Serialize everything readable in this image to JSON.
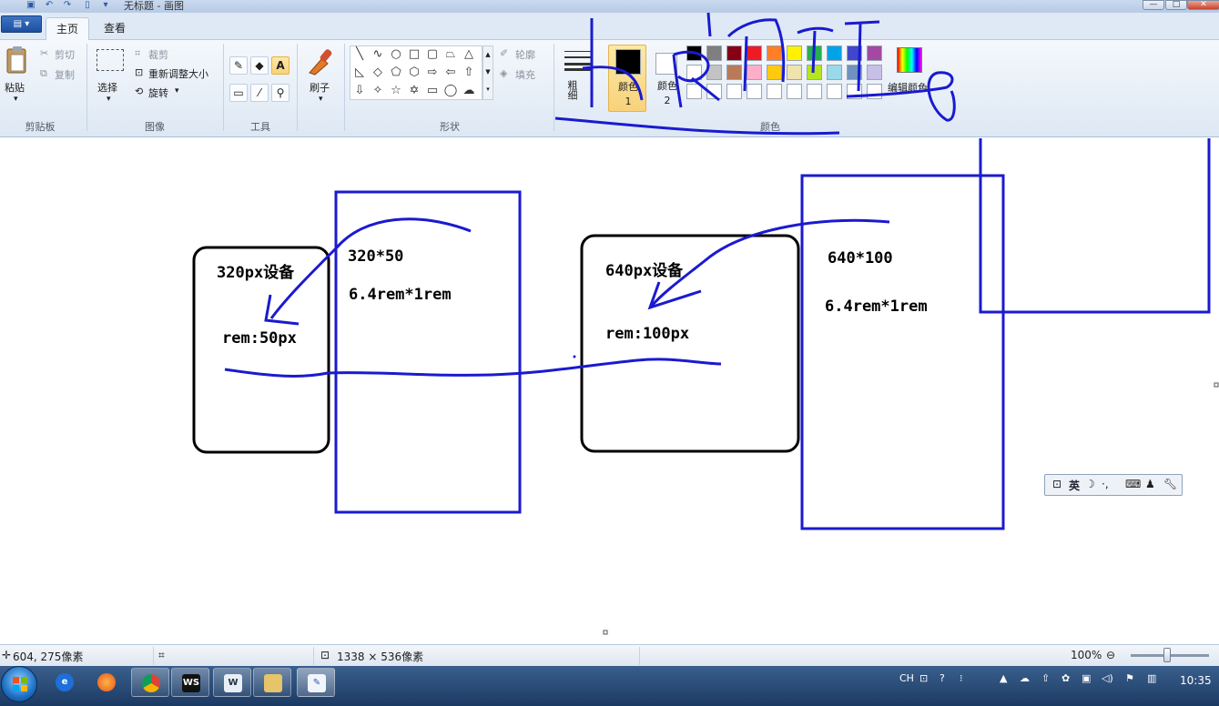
{
  "window": {
    "title": "无标题 - 画图",
    "minimize": "—",
    "maximize": "□",
    "close": "✕"
  },
  "tabs": {
    "home": "主页",
    "view": "查看"
  },
  "clipboard": {
    "paste": "粘贴",
    "cut": "剪切",
    "copy": "复制",
    "label": "剪贴板"
  },
  "image": {
    "select": "选择",
    "crop": "裁剪",
    "resize": "重新调整大小",
    "rotate": "旋转",
    "label": "图像"
  },
  "tools": {
    "label": "工具",
    "text_tool": "A"
  },
  "brushes": {
    "label": "刷子"
  },
  "shapes": {
    "outline": "轮廓",
    "fill": "填充",
    "label": "形状"
  },
  "size": {
    "label": "粗细"
  },
  "colors": {
    "color1": "颜色 1",
    "color2": "颜色 2",
    "edit": "编辑颜色",
    "label": "颜色",
    "primary": "#000000",
    "secondary": "#ffffff",
    "palette_row1": [
      "#000000",
      "#7f7f7f",
      "#880015",
      "#ed1c24",
      "#ff7f27",
      "#fff200",
      "#22b14c",
      "#00a2e8",
      "#3f48cc",
      "#a349a4"
    ],
    "palette_row2": [
      "#ffffff",
      "#c3c3c3",
      "#b97a57",
      "#ffaec9",
      "#ffc90e",
      "#efe4b0",
      "#b5e61d",
      "#99d9ea",
      "#7092be",
      "#c8bfe7"
    ]
  },
  "canvas": {
    "box1_line1": "320px设备",
    "box1_line2": "rem:50px",
    "box2_line1": "320*50",
    "box2_line2": "6.4rem*1rem",
    "box3_line1": "640px设备",
    "box3_line2": "rem:100px",
    "box4_line1": "640*100",
    "box4_line2": "6.4rem*1rem",
    "ink_color": "#1a1ad0"
  },
  "status": {
    "cursor_pos": "604, 275像素",
    "canvas_size": "1338 × 536像素",
    "zoom": "100%"
  },
  "ime": {
    "lang": "英"
  },
  "taskbar": {
    "clock": "10:35",
    "tray_lang": "CH"
  }
}
